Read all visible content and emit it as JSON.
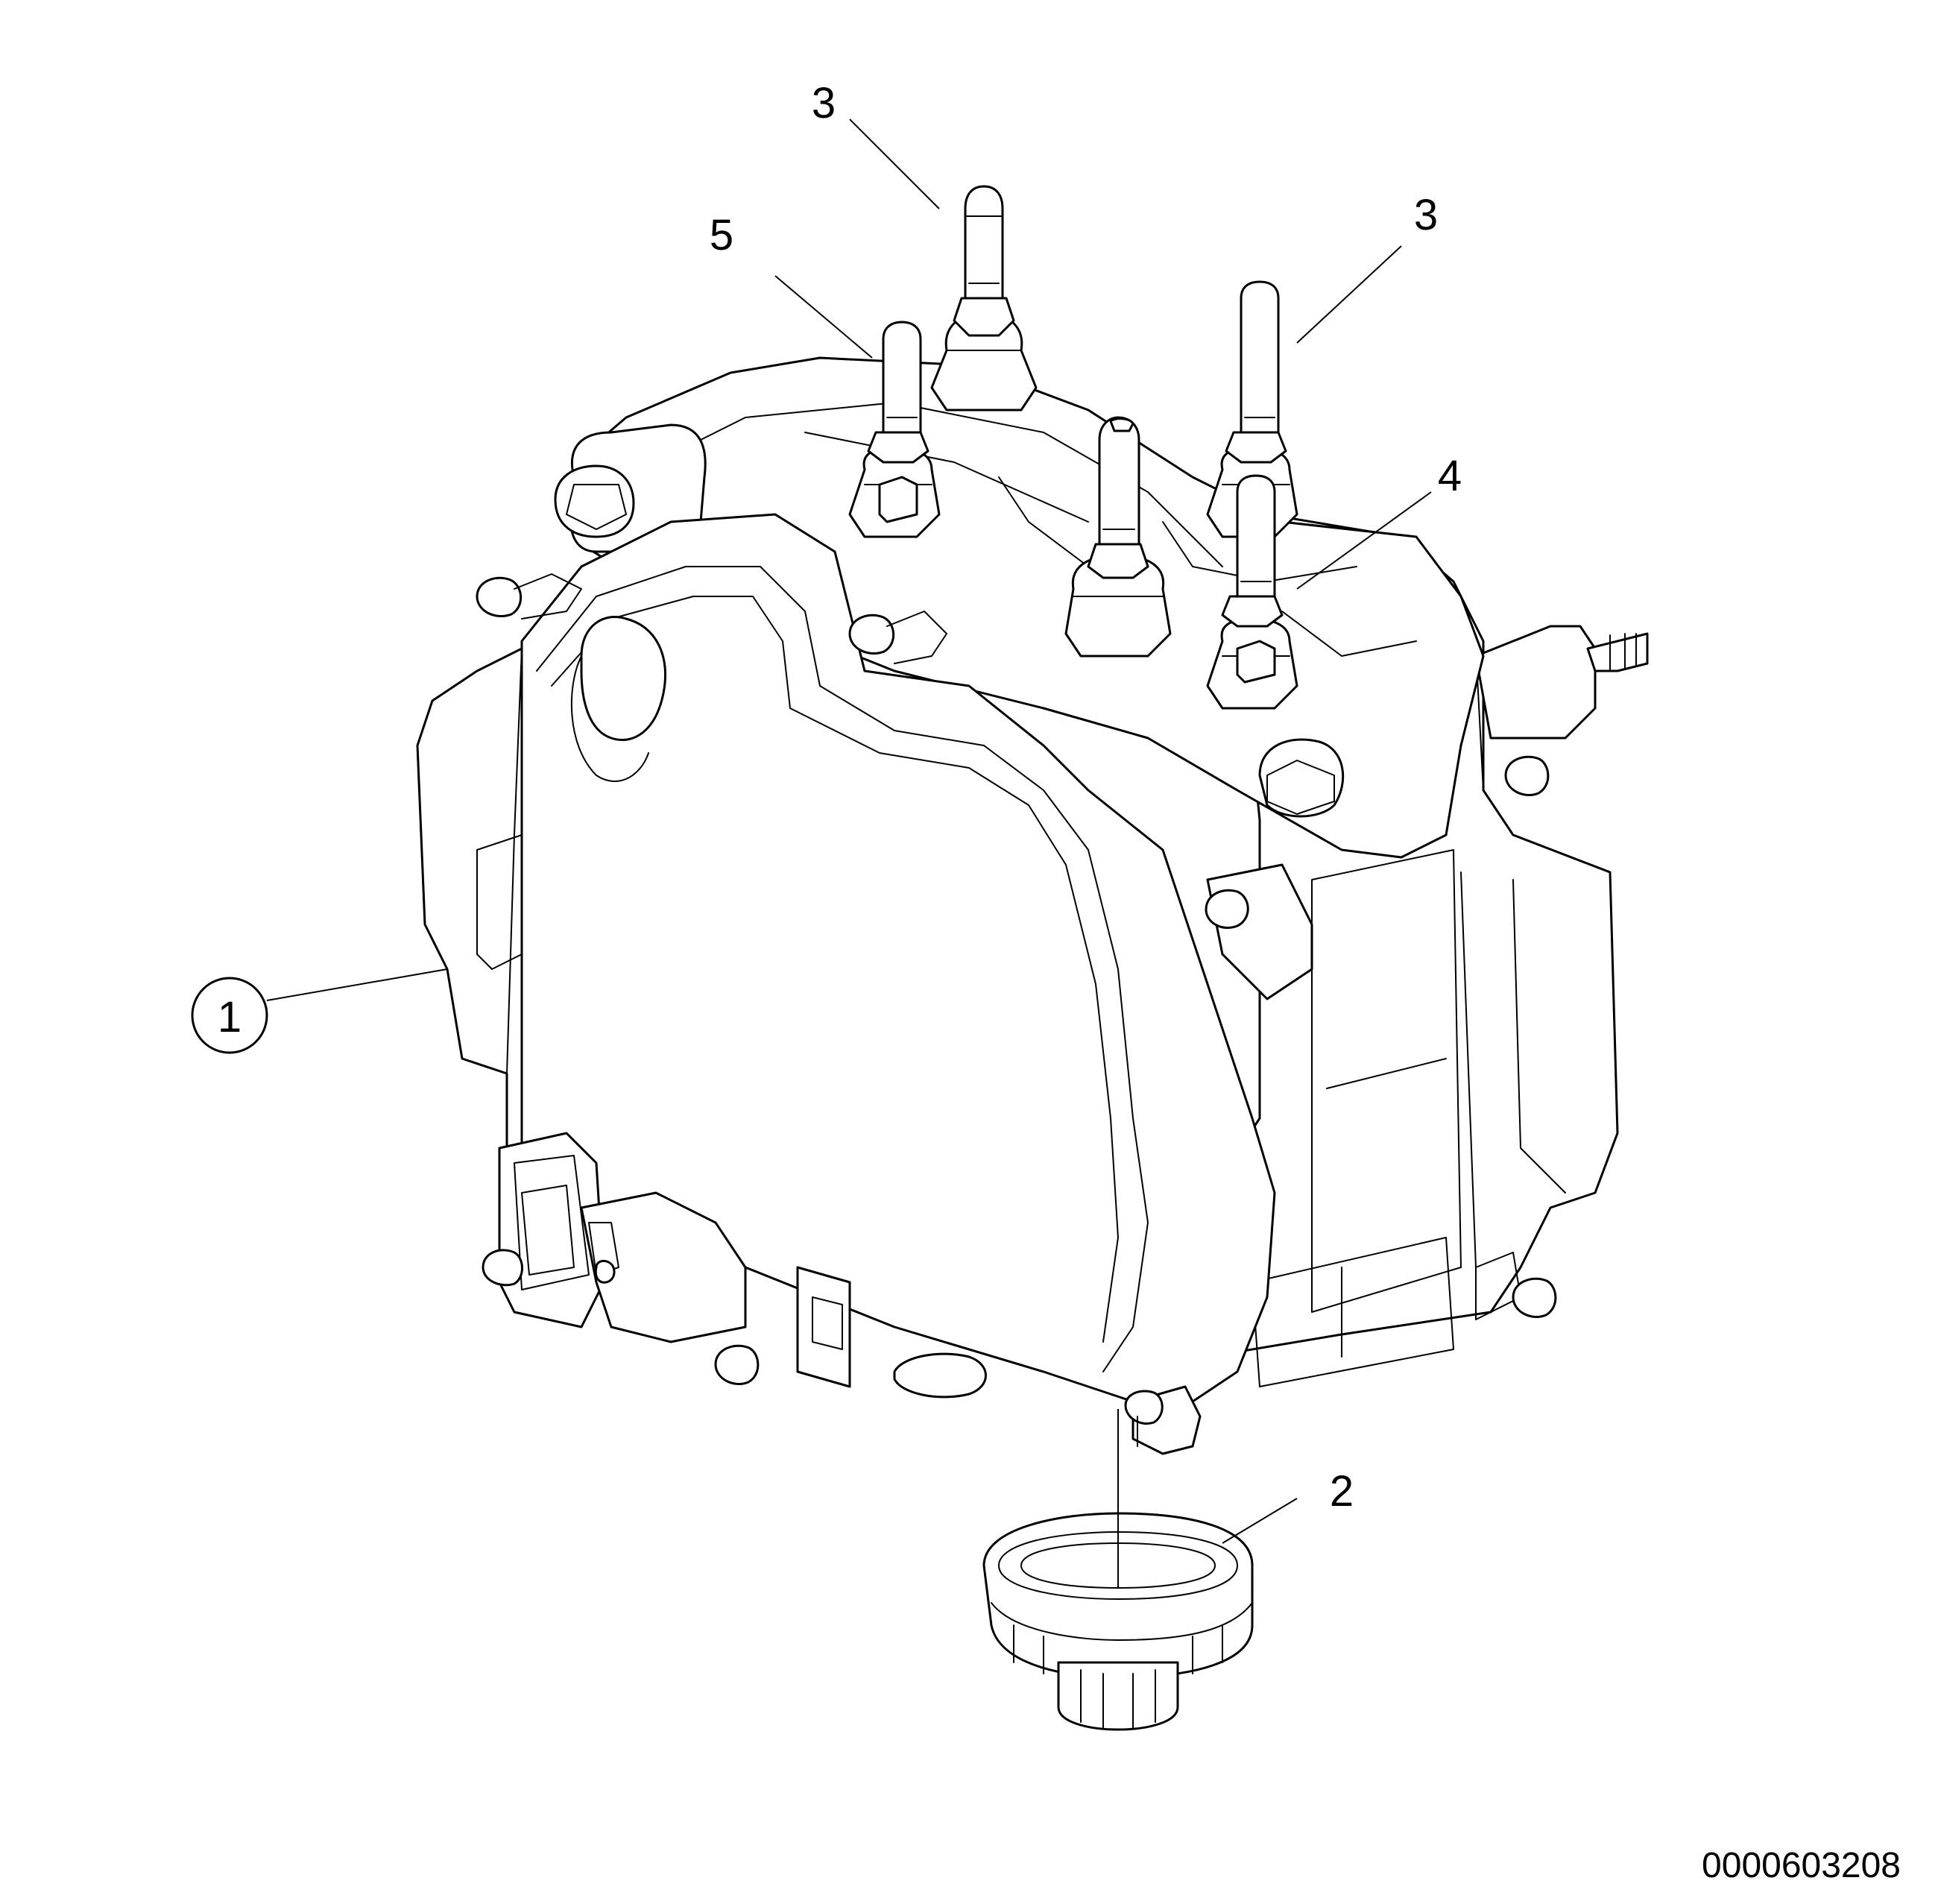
{
  "callouts": {
    "c1": "1",
    "c2": "2",
    "c3a": "3",
    "c3b": "3",
    "c4": "4",
    "c5": "5"
  },
  "figure_code": "0000603208"
}
